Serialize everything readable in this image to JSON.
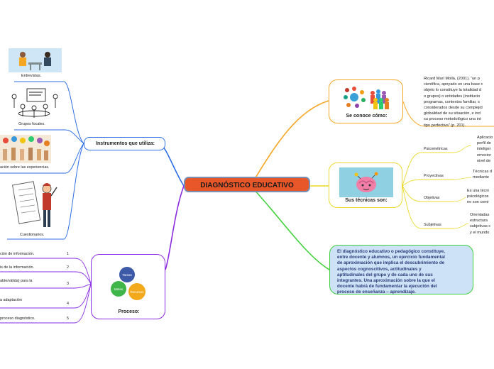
{
  "central": {
    "title": "DIAGNÓSTICO EDUCATIVO"
  },
  "se_conoce": {
    "label": "Se conoce cómo:",
    "quote": "Ricard Marí Mollá, (2001), \"un p... científica, apoyado en una base c... objeto lo constituye la totalidad d... o grupos) o entidades (institucio... programas, contextos familiar, s... considerados desde su complejid... globalidad de su situación, e incl... su proceso metodológico una int... tipo perfectiva\" (p. 201).",
    "quote_lines": [
      "Ricard Marí Mollá, (2001), “un p",
      "científica, apoyado en una base c",
      "objeto lo constituye la totalidad d",
      "o grupos) o entidades (institucio",
      "programas, contextos familiar, s",
      "considerados desde su complejid",
      "globalidad de su situación, e incl",
      "su proceso metodológico una int",
      "tipo perfectiva” (p. 201)."
    ]
  },
  "tecnicas": {
    "label": "Sus técnicas son:",
    "items": [
      {
        "name": "Psicométricas",
        "desc": [
          "Aplicacio",
          "perfil de",
          "inteliger",
          "emocior",
          "nivel de"
        ]
      },
      {
        "name": "Proyectivas",
        "desc": [
          "Técnicas d",
          "mediante"
        ]
      },
      {
        "name": "Objetivas",
        "desc": [
          "Es una técni",
          "psicológicos",
          "no son contr"
        ]
      },
      {
        "name": "Subjetivas",
        "desc": [
          "Orientadas",
          "estructura",
          "subjetivas c",
          "y el mundo"
        ]
      }
    ]
  },
  "definicion": {
    "lines": [
      "El diagnóstico educativo o pedagógico constituye,",
      "entre docente y alumnos, un ejercicio fundamental",
      "de aproximación que implica el descubrimiento de",
      "aspectos cognoscitivos, actitudinales y",
      "aptitudinales del grupo y de cada uno de sus",
      "integrantes. Una aproximación sobre la que el",
      "docente habrá de fundamentar la ejecución del",
      "proceso de enseñanza – aprendizaje."
    ]
  },
  "instrumentos": {
    "label": "Instrumentos que utiliza:",
    "items": [
      "Entrevistas.",
      "Grupos focales.",
      "ación sobre las experiencias.",
      "Cuestionarios."
    ]
  },
  "proceso": {
    "label": "Proceso:",
    "gear_labels": [
      "Tareas",
      "Metas",
      "Recursos"
    ],
    "steps": [
      {
        "num": "1",
        "text": "ción de información."
      },
      {
        "num": "2",
        "text": "is de la información."
      },
      {
        "num": "3",
        "text": "able/válida) para la"
      },
      {
        "num": "4",
        "text": "a adaptación"
      },
      {
        "num": "5",
        "text": "proceso diagnóstico."
      }
    ]
  },
  "colors": {
    "central_fill": "#e8572a",
    "orange_branch": "#f6a623",
    "yellow_branch": "#ecd92a",
    "green_branch": "#41d13c",
    "blue_branch": "#2d6ee6",
    "purple_branch": "#8a2be2",
    "panel_fill": "#cde2f6"
  }
}
